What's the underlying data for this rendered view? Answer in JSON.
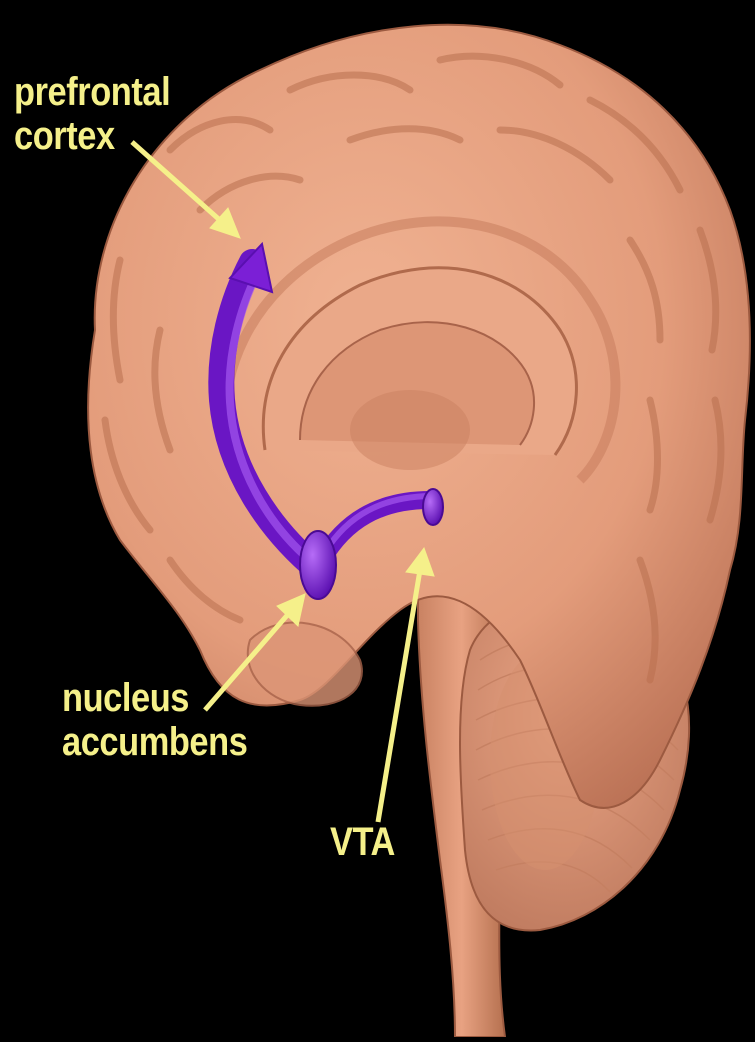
{
  "labels": {
    "prefrontal_line1": "prefrontal",
    "prefrontal_line2": "cortex",
    "nucleus_line1": "nucleus",
    "nucleus_line2": "accumbens",
    "vta": "VTA"
  },
  "colors": {
    "background": "#000000",
    "brain": "#e7a07f",
    "brain_shadow": "#b86f53",
    "brain_highlight": "#f3bb9c",
    "pathway": "#7b1fd6",
    "pathway_light": "#a457f0",
    "label": "#f5f08a"
  }
}
